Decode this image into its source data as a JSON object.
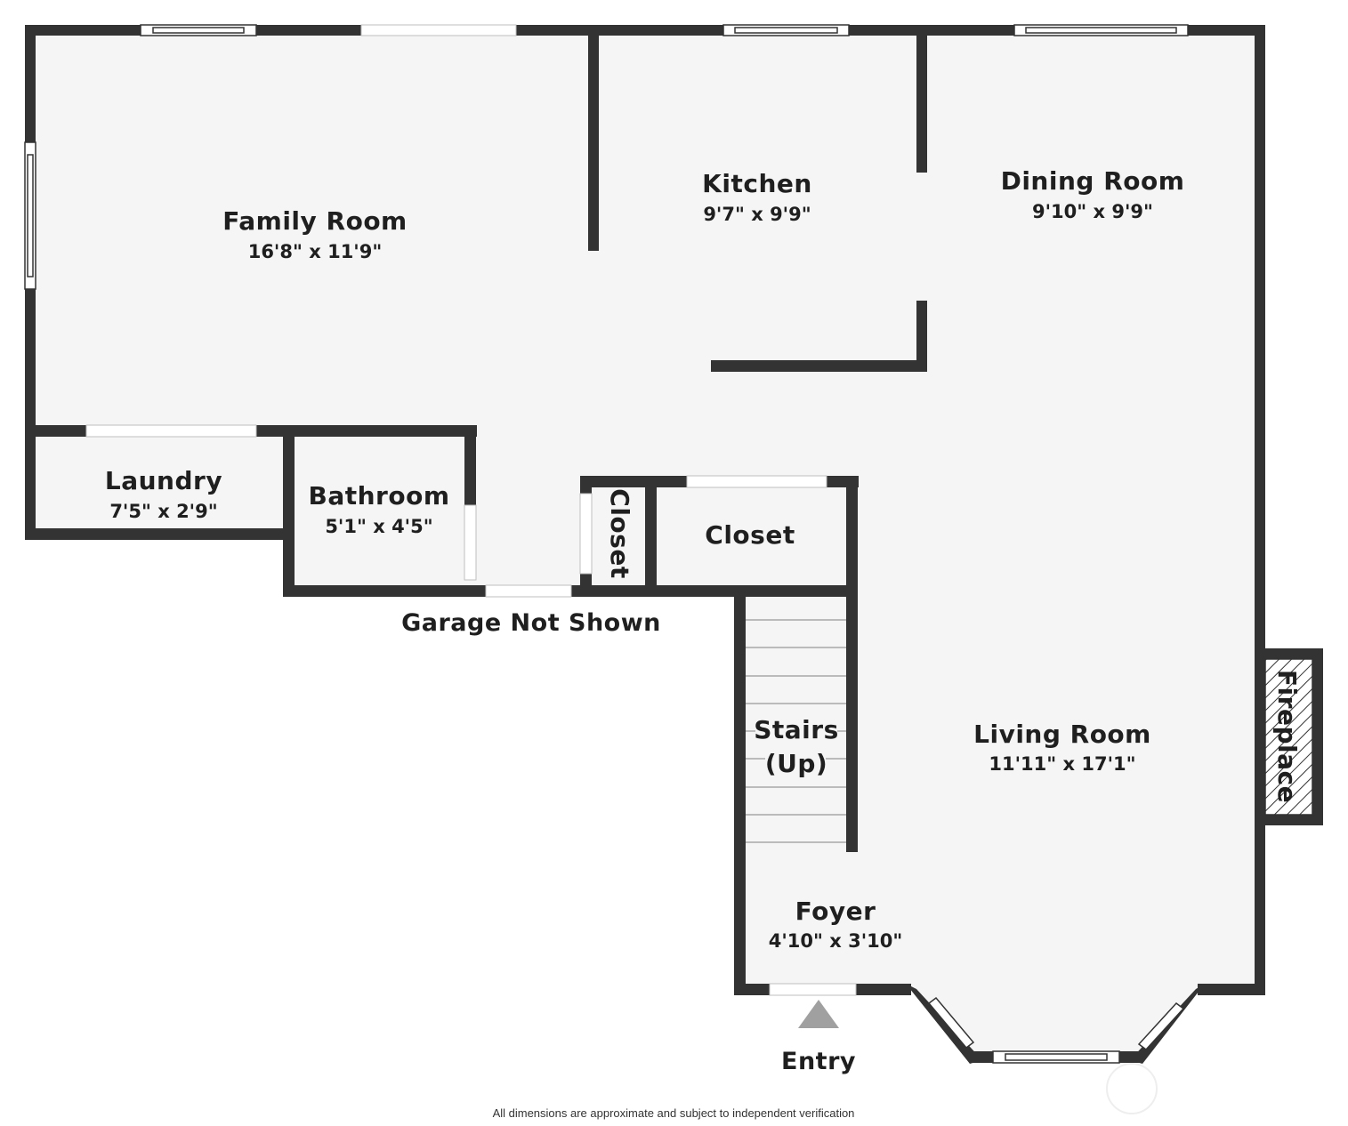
{
  "rooms": {
    "family_room": {
      "name": "Family Room",
      "dims": "16'8\" x 11'9\""
    },
    "kitchen": {
      "name": "Kitchen",
      "dims": "9'7\" x 9'9\""
    },
    "dining_room": {
      "name": "Dining Room",
      "dims": "9'10\" x 9'9\""
    },
    "laundry": {
      "name": "Laundry",
      "dims": "7'5\" x 2'9\""
    },
    "bathroom": {
      "name": "Bathroom",
      "dims": "5'1\" x 4'5\""
    },
    "closet_small": {
      "name": "Closet"
    },
    "closet_large": {
      "name": "Closet"
    },
    "stairs": {
      "line1": "Stairs",
      "line2": "(Up)"
    },
    "living_room": {
      "name": "Living Room",
      "dims": "11'11\" x 17'1\""
    },
    "foyer": {
      "name": "Foyer",
      "dims": "4'10\" x 3'10\""
    },
    "fireplace": {
      "name": "Fireplace"
    }
  },
  "labels": {
    "garage_note": "Garage Not Shown",
    "entry": "Entry"
  },
  "footer": "All dimensions are approximate and subject to independent verification",
  "colors": {
    "wall": "#333333",
    "floor": "#f5f5f5",
    "entry_marker": "#a0a0a0"
  }
}
